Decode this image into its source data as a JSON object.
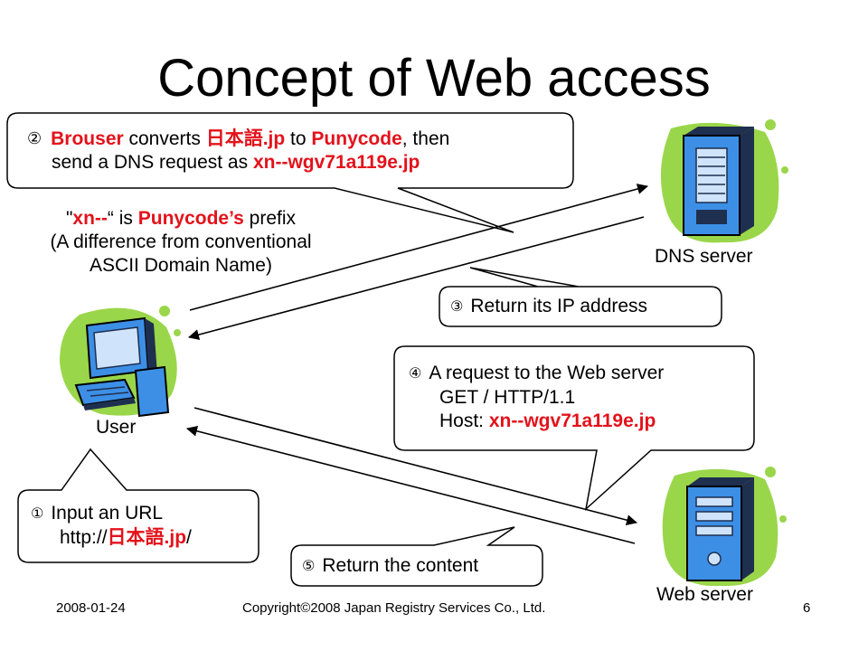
{
  "title": "Concept of Web access",
  "nodes": {
    "dns": "DNS server",
    "user": "User",
    "web": "Web server"
  },
  "callout2": {
    "num": "②",
    "line1_a": "Brouser",
    "line1_b": " converts ",
    "line1_c": "日本語.jp",
    "line1_d": " to ",
    "line1_e": "Punycode",
    "line1_f": ", then",
    "line2_a": "send a DNS request as ",
    "line2_b": "xn--wgv71a119e.jp"
  },
  "note": {
    "q1": "\"",
    "prefix": "xn--",
    "q2": "“ is ",
    "puny": "Punycode’s",
    "rest": " prefix",
    "line2": "(A difference from conventional",
    "line3": "ASCII Domain Name)"
  },
  "callout3": {
    "num": "③",
    "text": "Return its IP address"
  },
  "callout4": {
    "num": "④",
    "line1": "A request to the Web server",
    "line2": "GET / HTTP/1.1",
    "line3_a": "Host: ",
    "line3_b": "xn--wgv71a119e.jp"
  },
  "callout1": {
    "num": "①",
    "line1": "Input an URL",
    "line2_a": "http://",
    "line2_b": "日本語.jp",
    "line2_c": "/"
  },
  "callout5": {
    "num": "⑤",
    "text": "Return the content"
  },
  "footer": {
    "date": "2008-01-24",
    "copyright": "Copyright©2008 Japan Registry Services Co., Ltd.",
    "page": "6"
  },
  "colors": {
    "accent_red": "#e3121b",
    "icon_blob_green": "#9ad64a",
    "icon_blue": "#3d8fe6",
    "icon_dark": "#1f2f4f"
  },
  "icons": [
    "dns-server-icon",
    "user-computer-icon",
    "web-server-icon"
  ]
}
